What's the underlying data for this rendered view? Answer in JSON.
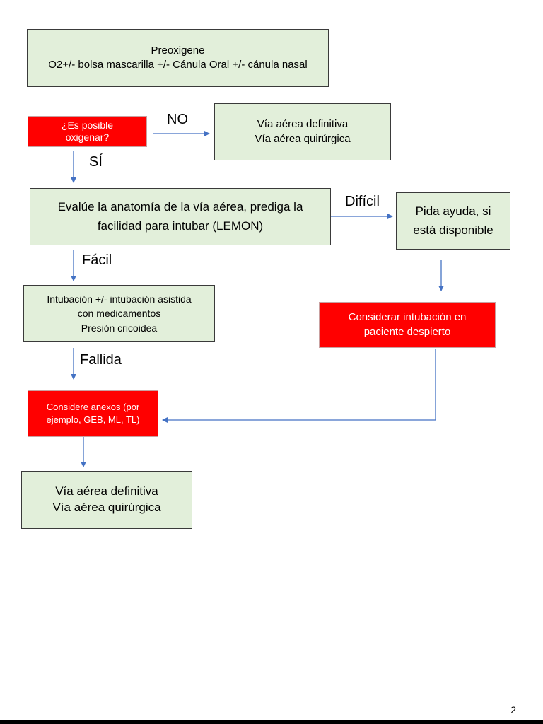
{
  "boxes": {
    "preoxygenate": {
      "line1": "Preoxigene",
      "line2": "O2+/- bolsa mascarilla +/- Cánula Oral +/- cánula nasal"
    },
    "can_oxygenate": {
      "line1": "¿Es posible",
      "line2": "oxigenar?"
    },
    "definitive_airway_top": {
      "line1": "Vía aérea definitiva",
      "line2": "Vía aérea quirúrgica"
    },
    "evaluate_anatomy": {
      "line1": "Evalúe la anatomía de la vía aérea, prediga la",
      "line2": "facilidad para intubar (LEMON)"
    },
    "ask_help": {
      "line1": "Pida ayuda, si",
      "line2": "está disponible"
    },
    "intubation": {
      "line1": "Intubación +/- intubación asistida",
      "line2": "con medicamentos",
      "line3": "Presión cricoidea"
    },
    "awake_intubation": {
      "line1": "Considerar intubación en",
      "line2": "paciente despierto"
    },
    "adjuncts": {
      "line1": "Considere anexos (por",
      "line2": "ejemplo, GEB, ML, TL)"
    },
    "definitive_airway_bottom": {
      "line1": "Vía aérea definitiva",
      "line2": "Vía aérea quirúrgica"
    }
  },
  "edge_labels": {
    "no": "NO",
    "yes": "SÍ",
    "difficult": "Difícil",
    "easy": "Fácil",
    "failed": "Fallida"
  },
  "page_number": "2",
  "colors": {
    "green_fill": "#e2efda",
    "red_fill": "#ff0000",
    "arrow": "#4472c4"
  }
}
